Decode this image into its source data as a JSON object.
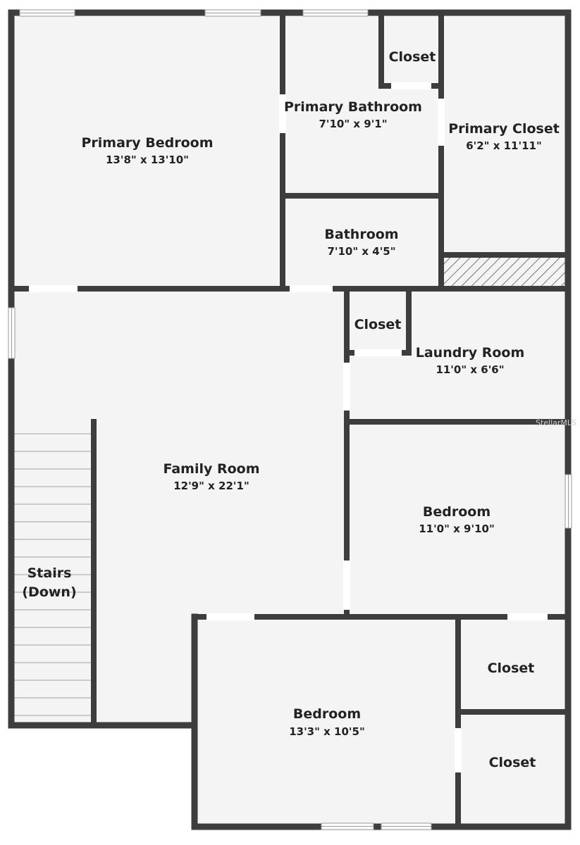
{
  "rooms": {
    "primary_bedroom": {
      "name": "Primary Bedroom",
      "dims": "13'8\" x 13'10\""
    },
    "primary_bathroom": {
      "name": "Primary Bathroom",
      "dims": "7'10\" x 9'1\""
    },
    "closet_top": {
      "name": "Closet"
    },
    "primary_closet": {
      "name": "Primary Closet",
      "dims": "6'2\" x 11'11\""
    },
    "bathroom": {
      "name": "Bathroom",
      "dims": "7'10\" x 4'5\""
    },
    "closet_laundry": {
      "name": "Closet"
    },
    "laundry_room": {
      "name": "Laundry Room",
      "dims": "11'0\" x 6'6\""
    },
    "family_room": {
      "name": "Family Room",
      "dims": "12'9\" x 22'1\""
    },
    "bedroom_right": {
      "name": "Bedroom",
      "dims": "11'0\" x 9'10\""
    },
    "stairs": {
      "name_line1": "Stairs",
      "name_line2": "(Down)"
    },
    "bedroom_bottom": {
      "name": "Bedroom",
      "dims": "13'3\" x 10'5\""
    },
    "closet_br1": {
      "name": "Closet"
    },
    "closet_br2": {
      "name": "Closet"
    }
  },
  "watermark": "StellarMLS",
  "colors": {
    "wall": "#3d3d3d",
    "floor": "#f4f4f4",
    "opening": "#ffffff",
    "hatch": "#555555"
  }
}
